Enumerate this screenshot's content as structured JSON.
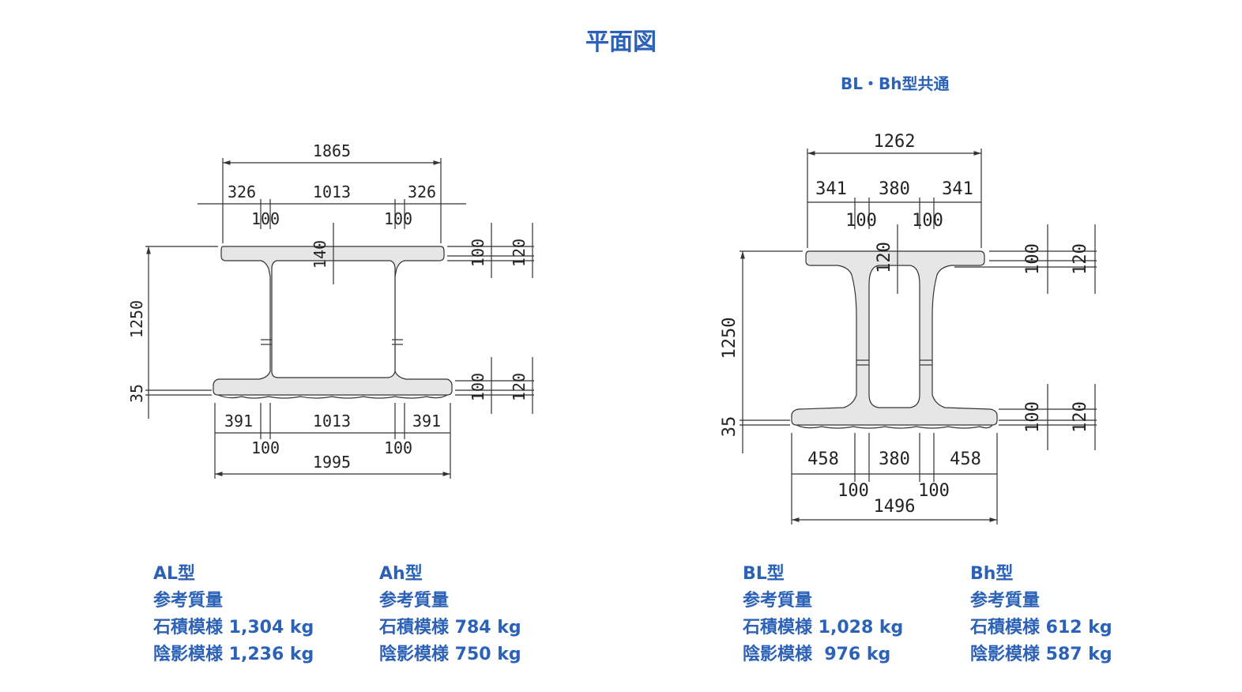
{
  "title": "平面図",
  "subtitle": "BL・Bh型共通",
  "colors": {
    "accent": "#2b62b7",
    "line": "#333333",
    "fill": "#e6e6e6"
  },
  "left_dims": {
    "top_total": "1865",
    "top_a": "326",
    "top_b": "1013",
    "top_c": "326",
    "top_gap1": "100",
    "top_gap2": "100",
    "web_thick": "140",
    "height": "1250",
    "base": "35",
    "right_top_1": "100",
    "right_top_2": "120",
    "right_bot_1": "100",
    "right_bot_2": "120",
    "bot_a": "391",
    "bot_b": "1013",
    "bot_c": "391",
    "bot_gap1": "100",
    "bot_gap2": "100",
    "bot_total": "1995"
  },
  "right_dims": {
    "top_total": "1262",
    "top_a": "341",
    "top_b": "380",
    "top_c": "341",
    "top_gap1": "100",
    "top_gap2": "100",
    "web_thick": "120",
    "height": "1250",
    "base": "35",
    "right_top_1": "100",
    "right_top_2": "120",
    "right_bot_1": "100",
    "right_bot_2": "120",
    "bot_a": "458",
    "bot_b": "380",
    "bot_c": "458",
    "bot_gap1": "100",
    "bot_gap2": "100",
    "bot_total": "1496"
  },
  "types": [
    {
      "name": "AL型",
      "label": "参考質量",
      "line1": "石積模様 1,304 kg",
      "line2": "陰影模様 1,236 kg"
    },
    {
      "name": "Ah型",
      "label": "参考質量",
      "line1": "石積模様 784 kg",
      "line2": "陰影模様 750 kg"
    },
    {
      "name": "BL型",
      "label": "参考質量",
      "line1": "石積模様 1,028 kg",
      "line2": "陰影模様  976 kg"
    },
    {
      "name": "Bh型",
      "label": "参考質量",
      "line1": "石積模様 612 kg",
      "line2": "陰影模様 587 kg"
    }
  ]
}
